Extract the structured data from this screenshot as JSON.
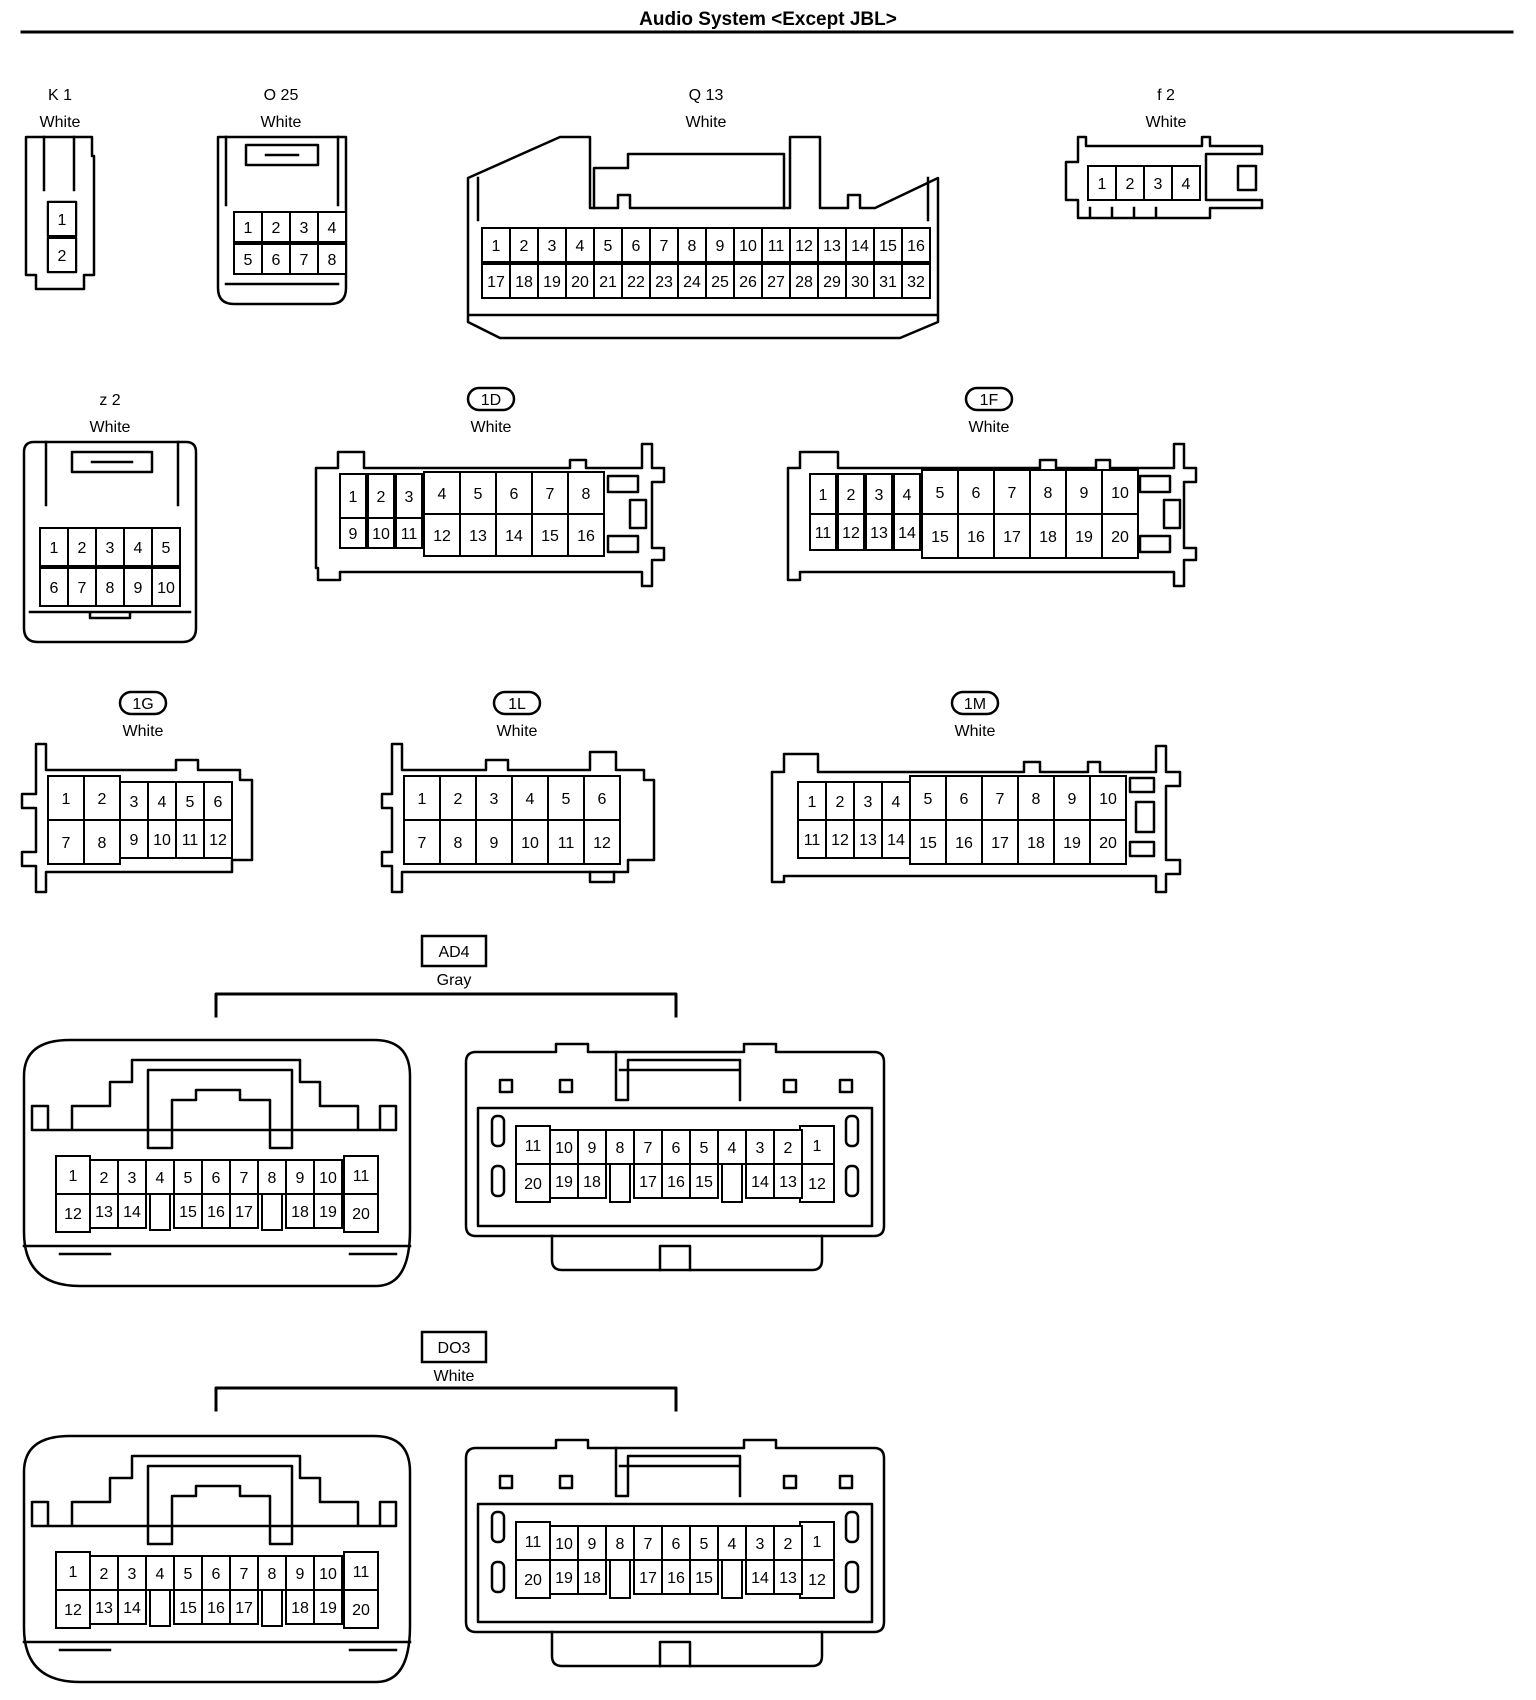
{
  "title": "Audio System <Except JBL>",
  "connectors": [
    {
      "id": "K 1",
      "color": "White",
      "rounded": false
    },
    {
      "id": "O 25",
      "color": "White",
      "rounded": false
    },
    {
      "id": "Q 13",
      "color": "White",
      "rounded": false
    },
    {
      "id": "f 2",
      "color": "White",
      "rounded": false
    },
    {
      "id": "z 2",
      "color": "White",
      "rounded": false
    },
    {
      "id": "1D",
      "color": "White",
      "rounded": true
    },
    {
      "id": "1F",
      "color": "White",
      "rounded": true
    },
    {
      "id": "1G",
      "color": "White",
      "rounded": true
    },
    {
      "id": "1L",
      "color": "White",
      "rounded": true
    },
    {
      "id": "1M",
      "color": "White",
      "rounded": true
    }
  ],
  "pairs": [
    {
      "id": "AD4",
      "color": "Gray"
    },
    {
      "id": "DO3",
      "color": "White"
    }
  ]
}
